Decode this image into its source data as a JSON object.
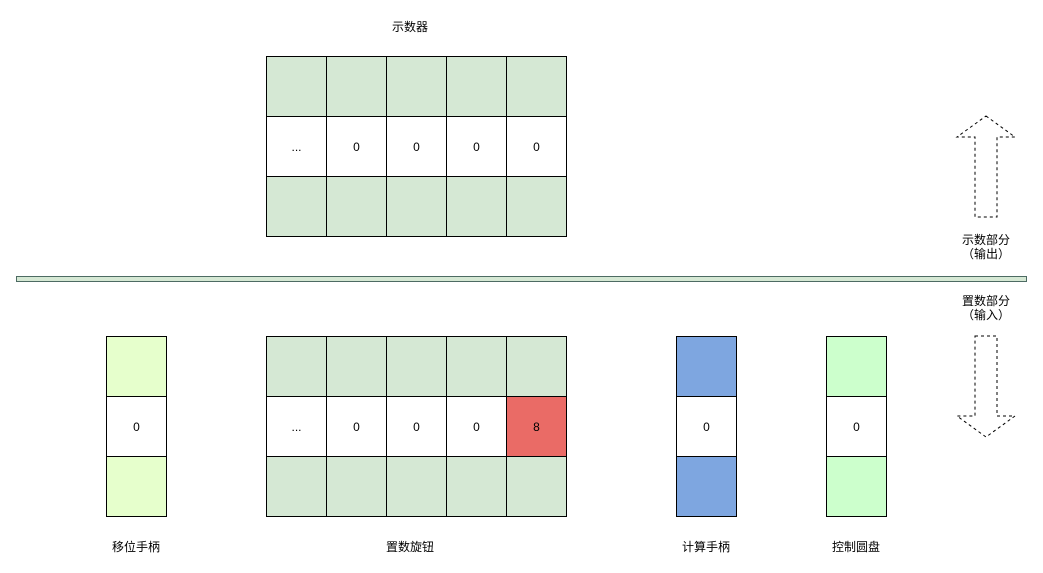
{
  "display": {
    "title": "示数器",
    "values": [
      "...",
      "0",
      "0",
      "0",
      "0"
    ]
  },
  "setting_knob": {
    "title": "置数旋钮",
    "values": [
      "...",
      "0",
      "0",
      "0",
      "8"
    ]
  },
  "shift_handle": {
    "title": "移位手柄",
    "value": "0"
  },
  "calc_handle": {
    "title": "计算手柄",
    "value": "0"
  },
  "control_disc": {
    "title": "控制圆盘",
    "value": "0"
  },
  "output_section": {
    "line1": "示数部分",
    "line2": "（输出）"
  },
  "input_section": {
    "line1": "置数部分",
    "line2": "（输入）"
  },
  "colors": {
    "cell_green": "#d5e8d4",
    "highlight_red": "#ea6b66",
    "shift_handle": "#e6ffcc",
    "calc_handle": "#7ea6e0",
    "control_disc": "#ccffcc"
  }
}
